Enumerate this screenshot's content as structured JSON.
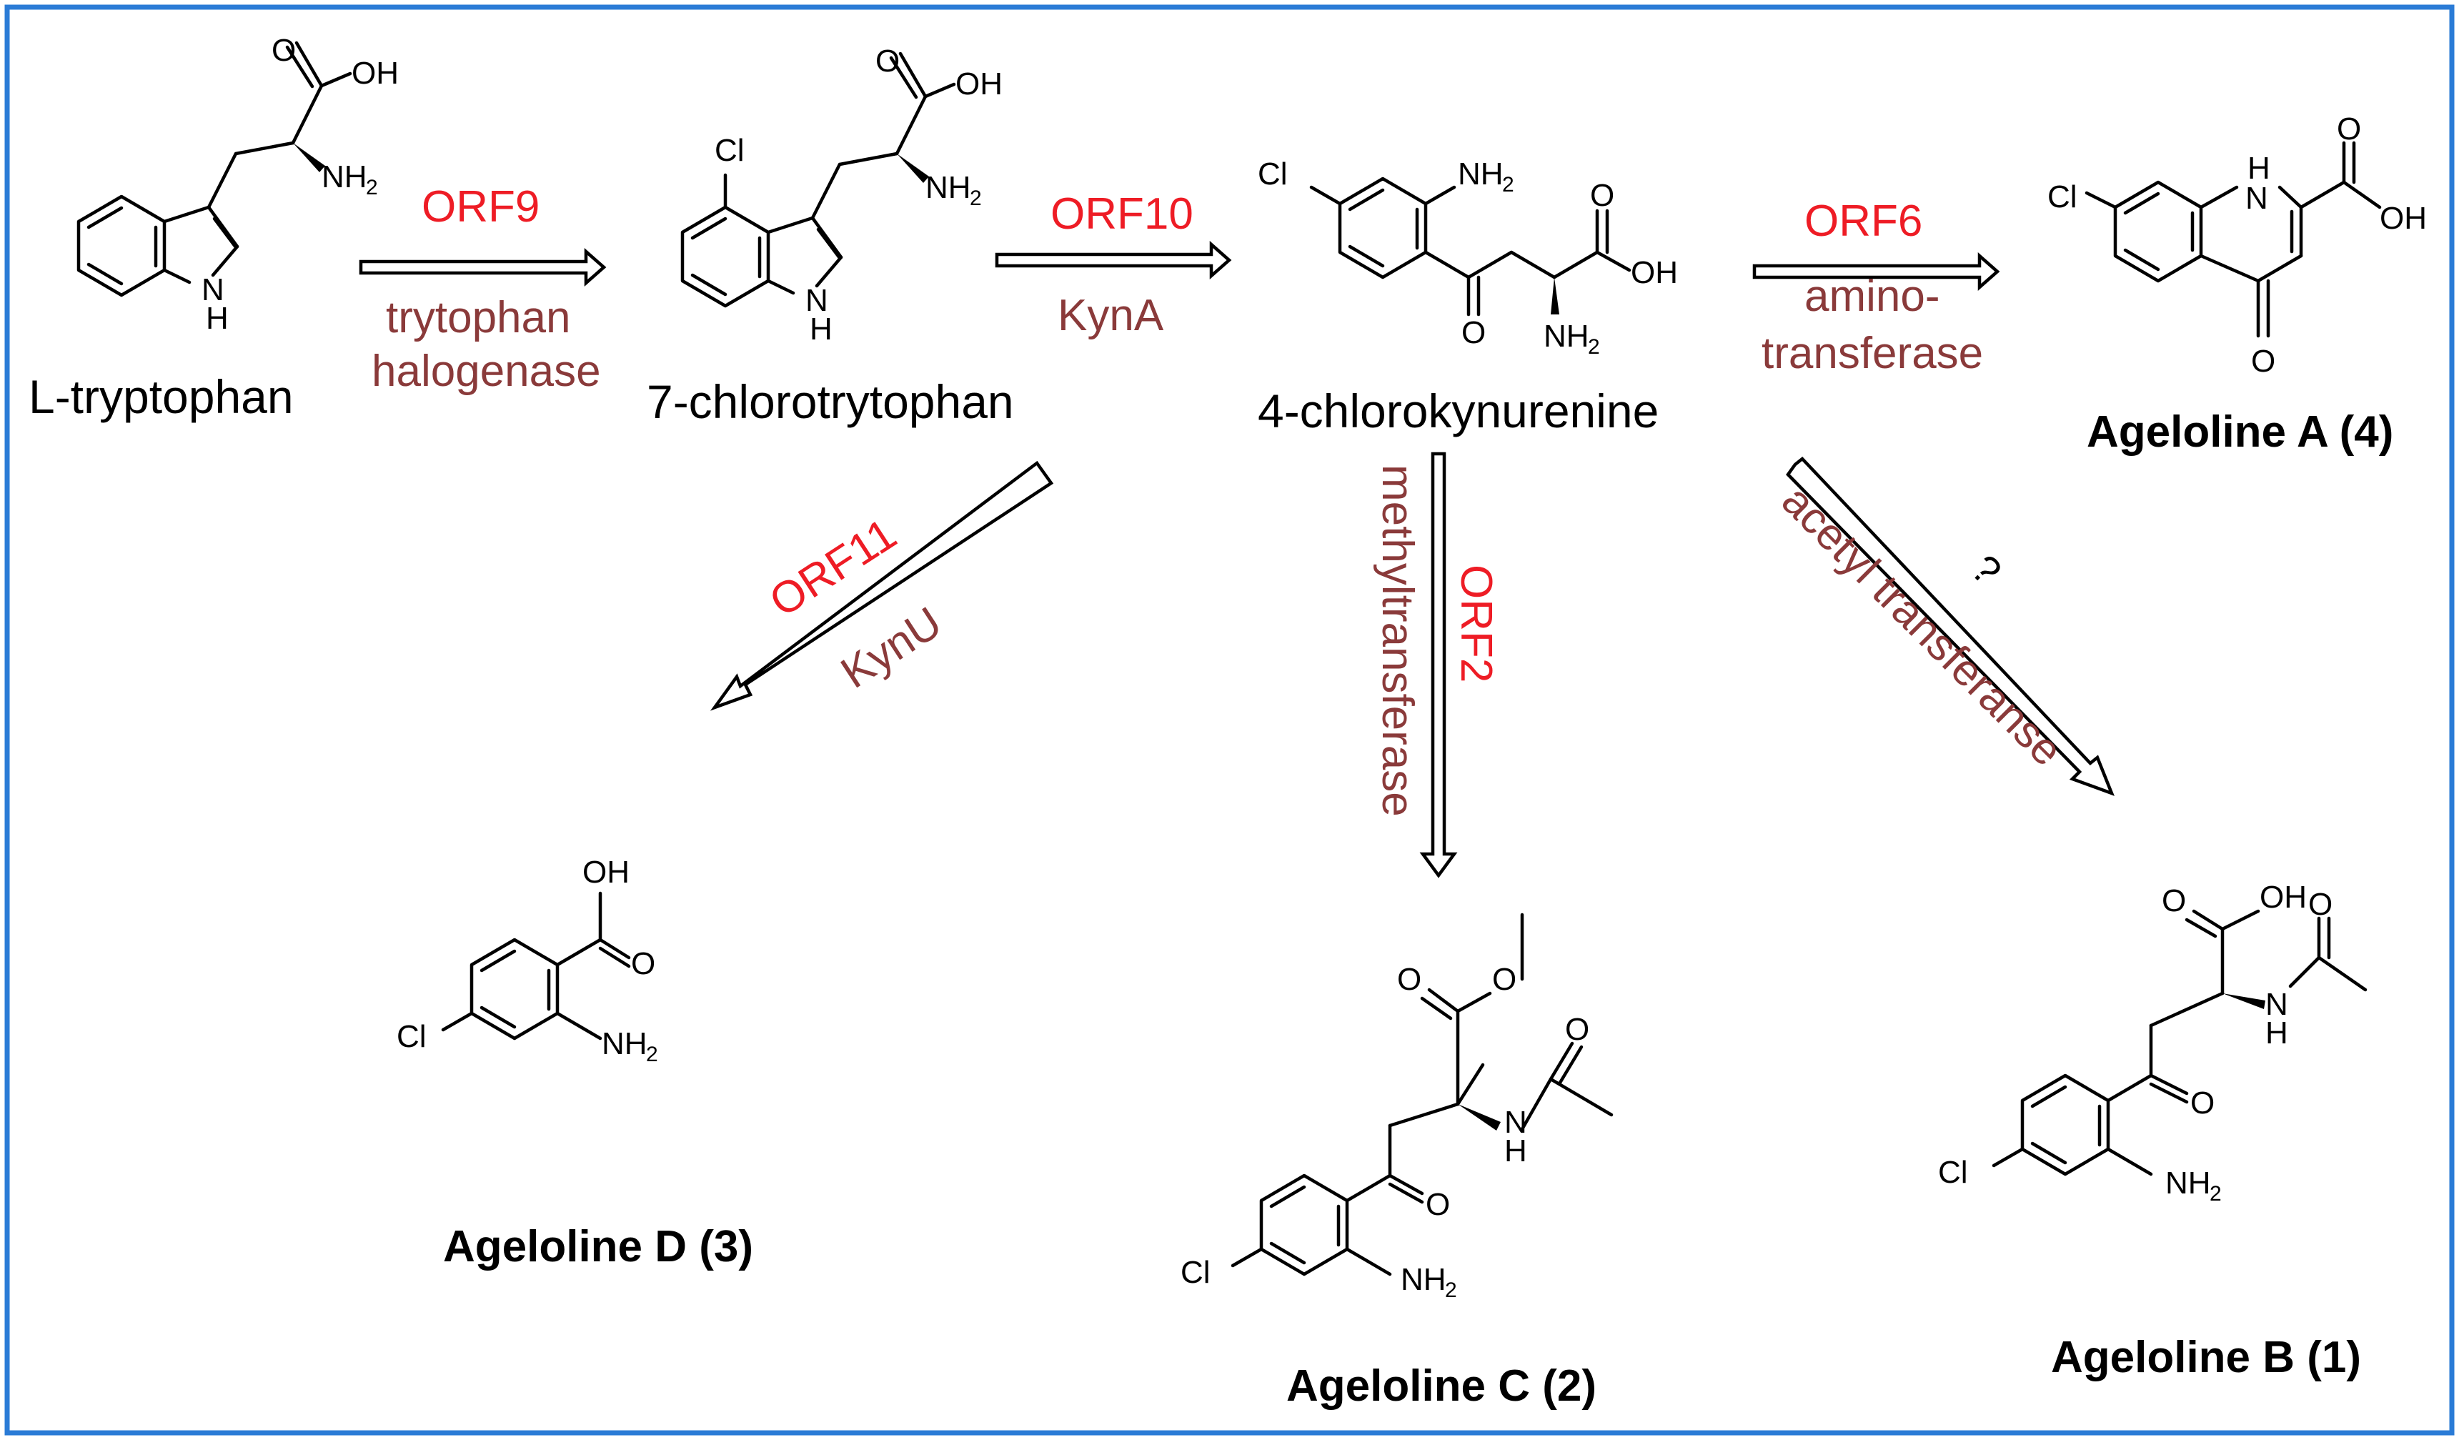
{
  "compounds": {
    "tryptophan": "L-tryptophan",
    "chlorotryptophan": "7-chlorotrytophan",
    "chlorokynurenine": "4-chlorokynurenine",
    "ageloline_a": "Ageloline A (4)",
    "ageloline_b": "Ageloline B (1)",
    "ageloline_c": "Ageloline C (2)",
    "ageloline_d": "Ageloline D (3)"
  },
  "steps": {
    "orf9": {
      "gene": "ORF9",
      "enzyme_line1": "trytophan",
      "enzyme_line2": "halogenase"
    },
    "orf10": {
      "gene": "ORF10",
      "enzyme": "KynA"
    },
    "orf6": {
      "gene": "ORF6",
      "enzyme_line1": "amino-",
      "enzyme_line2": "transferase"
    },
    "orf11": {
      "gene": "ORF11",
      "enzyme": "KynU"
    },
    "orf2": {
      "gene": "ORF2",
      "enzyme": "methyltransferase"
    },
    "unknown": {
      "gene": "?",
      "enzyme": "acetyl transferanse"
    }
  },
  "atoms": {
    "oh": "OH",
    "o": "O",
    "nh2": "NH",
    "sub2": "2",
    "nh": "H",
    "n": "N",
    "h": "H",
    "cl": "Cl"
  },
  "colors": {
    "gene": "#ee1c25",
    "enzyme": "#8a3a3a",
    "frame": "#2a7bd6"
  }
}
